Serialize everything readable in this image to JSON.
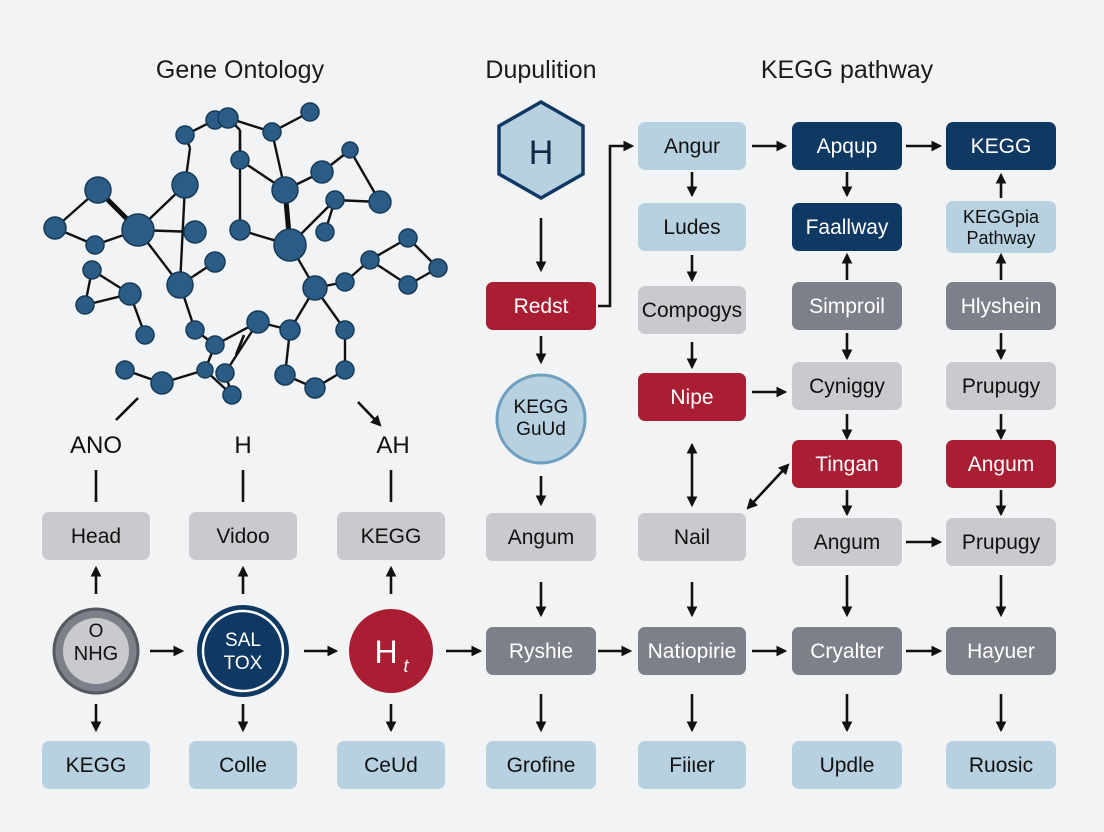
{
  "headings": {
    "gene_ontology": "Gene Ontology",
    "duplication": "Dupulition",
    "kegg_pathway": "KEGG pathway"
  },
  "colors": {
    "light_blue": "#b7d1e1",
    "dark_navy": "#0f3863",
    "red": "#a91e32",
    "mid_gray": "#7d8088",
    "light_gray": "#c9cacd",
    "molecule": "#2a5c86"
  },
  "left_labels": {
    "ano": "ANO",
    "h": "H",
    "ah": "AH"
  },
  "hexagon": {
    "label": "H"
  },
  "circles": {
    "nhg": {
      "line1": "O",
      "line2": "NHG"
    },
    "sal_tox": {
      "line1": "SAL",
      "line2": "TOX"
    },
    "ht": {
      "main": "H",
      "sub": "t"
    },
    "kegg_guid": {
      "line1": "KEGG",
      "line2": "GuUd"
    }
  },
  "nodes": {
    "head": "Head",
    "vidoo": "Vidoo",
    "kegg_left": "KEGG",
    "kegg_bottom": "KEGG",
    "colle": "Colle",
    "ceud": "CeUd",
    "redst": "Redst",
    "angum_mid": "Angum",
    "ryshie": "Ryshie",
    "grofine": "Grofine",
    "angur": "Angur",
    "ludes": "Ludes",
    "compogys": "Compogys",
    "nipe": "Nipe",
    "nail": "Nail",
    "natiopirie": "Natiopirie",
    "filter": "Fiiιer",
    "apqup": "Apqup",
    "faallway": "Faallway",
    "simproil": "Simproil",
    "cyniggy": "Cyniggy",
    "tingan": "Tingan",
    "angum_c3": "Angum",
    "cryalter": "Cryalter",
    "updle": "Updle",
    "kegg_top": "KEGG",
    "keggpia_line1": "KEGGpia",
    "keggpia_line2": "Pathway",
    "hlyshein": "Hlyshein",
    "prupugy_1": "Prupugy",
    "angum_red": "Angum",
    "prupugy_2": "Prupugy",
    "hayuer": "Hayuer",
    "ruosic": "Ruosic"
  }
}
